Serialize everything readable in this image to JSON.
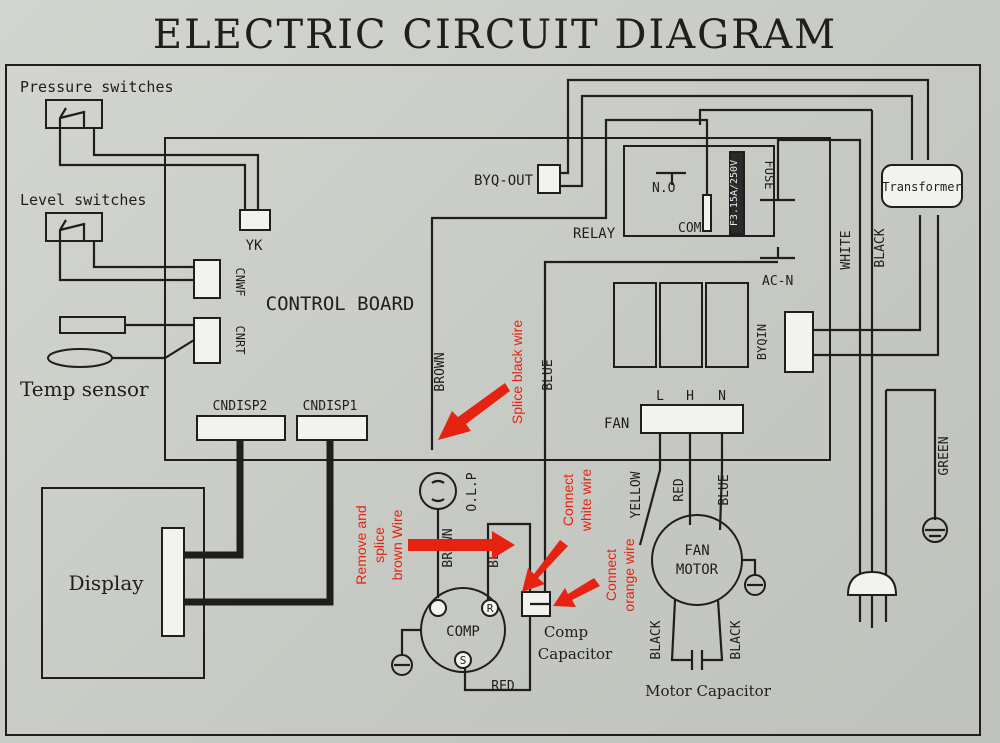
{
  "title": "ELECTRIC CIRCUIT DIAGRAM",
  "labels": {
    "pressure_switches": "Pressure switches",
    "level_switches": "Level switches",
    "yk": "YK",
    "cnwf": "CNWF",
    "cnrt": "CNRT",
    "temp_sensor": "Temp sensor",
    "control_board": "CONTROL BOARD",
    "cndisp2": "CNDISP2",
    "cndisp1": "CNDISP1",
    "display": "Display",
    "byq_out": "BYQ-OUT",
    "relay": "RELAY",
    "no": "N.O",
    "com": "COM",
    "fuse_rating": "F3.15A/250V",
    "fuse": "FUSE",
    "ac_n": "AC-N",
    "byqin": "BYQIN",
    "transformer": "Transformer",
    "white": "WHITE",
    "black": "BLACK",
    "green": "GREEN",
    "brown_top": "BROWN",
    "blue_top": "BLUE",
    "fan": "FAN",
    "fan_l": "L",
    "fan_h": "H",
    "fan_n": "N",
    "yellow": "YELLOW",
    "red_wire": "RED",
    "blue_wire": "BLUE",
    "fan_motor_1": "FAN",
    "fan_motor_2": "MOTOR",
    "olp": "O.L.P",
    "brown_bottom": "BROWN",
    "blue_bottom": "BL",
    "comp": "COMP",
    "comp_r": "R",
    "comp_s": "S",
    "comp_capacitor_1": "Comp",
    "comp_capacitor_2": "Capacitor",
    "red_bottom": "RED",
    "black_left": "BLACK",
    "black_right": "BLACK",
    "motor_capacitor": "Motor Capacitor"
  },
  "annotations": {
    "splice_black": "Splice black wire",
    "remove_brown_1": "Remove and",
    "remove_brown_2": "splice",
    "remove_brown_3": "brown Wire",
    "connect_white_1": "Connect",
    "connect_white_2": "white wire",
    "connect_orange_1": "Connect",
    "connect_orange_2": "orange wire"
  },
  "colors": {
    "annotation": "#e62310",
    "ink": "#1e1e1e",
    "paper": "#cfd1cc"
  }
}
